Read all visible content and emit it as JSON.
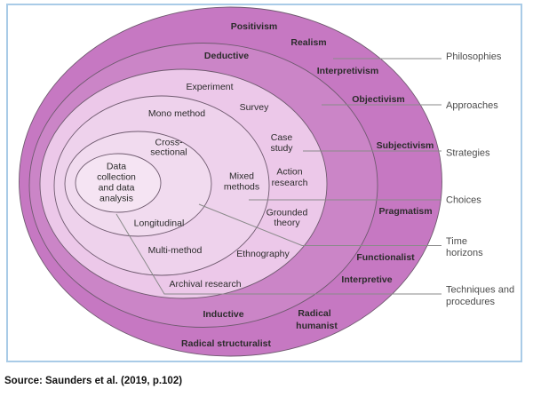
{
  "colors": {
    "frame_border": "#a9cbe7",
    "ring_philosophies_fill": "#c678c2",
    "ring_approaches_fill": "#cb85c7",
    "ring_strategies_fill": "#ecc8e9",
    "ring_choices_fill": "#eed2ec",
    "ring_time_horizons_fill": "#f1dbef",
    "ring_core_fill": "#f5e4f3",
    "arc_stroke": "#6f5a6f",
    "leader_line": "#8a8a8a"
  },
  "onion": {
    "rings": [
      {
        "name": "philosophies",
        "labels": {
          "positivism": "Positivism",
          "realism": "Realism",
          "interpretivism": "Interpretivism",
          "objectivism": "Objectivism",
          "subjectivism": "Subjectivism",
          "pragmatism": "Pragmatism",
          "functionalist": "Functionalist",
          "interpretive": "Interpretive",
          "radical_humanist": [
            "Radical",
            "humanist"
          ],
          "radical_structuralist": "Radical structuralist"
        }
      },
      {
        "name": "approaches",
        "labels": {
          "deductive": "Deductive",
          "inductive": "Inductive"
        }
      },
      {
        "name": "strategies",
        "labels": {
          "experiment": "Experiment",
          "survey": "Survey",
          "case_study": [
            "Case",
            "study"
          ],
          "action_research": [
            "Action",
            "research"
          ],
          "grounded_theory": [
            "Grounded",
            "theory"
          ],
          "ethnography": "Ethnography",
          "archival_research": "Archival research"
        }
      },
      {
        "name": "choices",
        "labels": {
          "mono_method": "Mono method",
          "mixed_methods": [
            "Mixed",
            "methods"
          ],
          "multi_method": "Multi-method"
        }
      },
      {
        "name": "time_horizons",
        "labels": {
          "cross_sectional": [
            "Cross-",
            "sectional"
          ],
          "longitudinal": "Longitudinal"
        }
      },
      {
        "name": "core",
        "labels": {
          "data_collection": [
            "Data",
            "collection",
            "and data",
            "analysis"
          ]
        }
      }
    ],
    "side_labels": {
      "philosophies": "Philosophies",
      "approaches": "Approaches",
      "strategies": "Strategies",
      "choices": "Choices",
      "time_horizons": [
        "Time",
        "horizons"
      ],
      "techniques_procedures": [
        "Techniques and",
        "procedures"
      ]
    }
  },
  "source_line": "Source: Saunders et al. (2019, p.102)"
}
